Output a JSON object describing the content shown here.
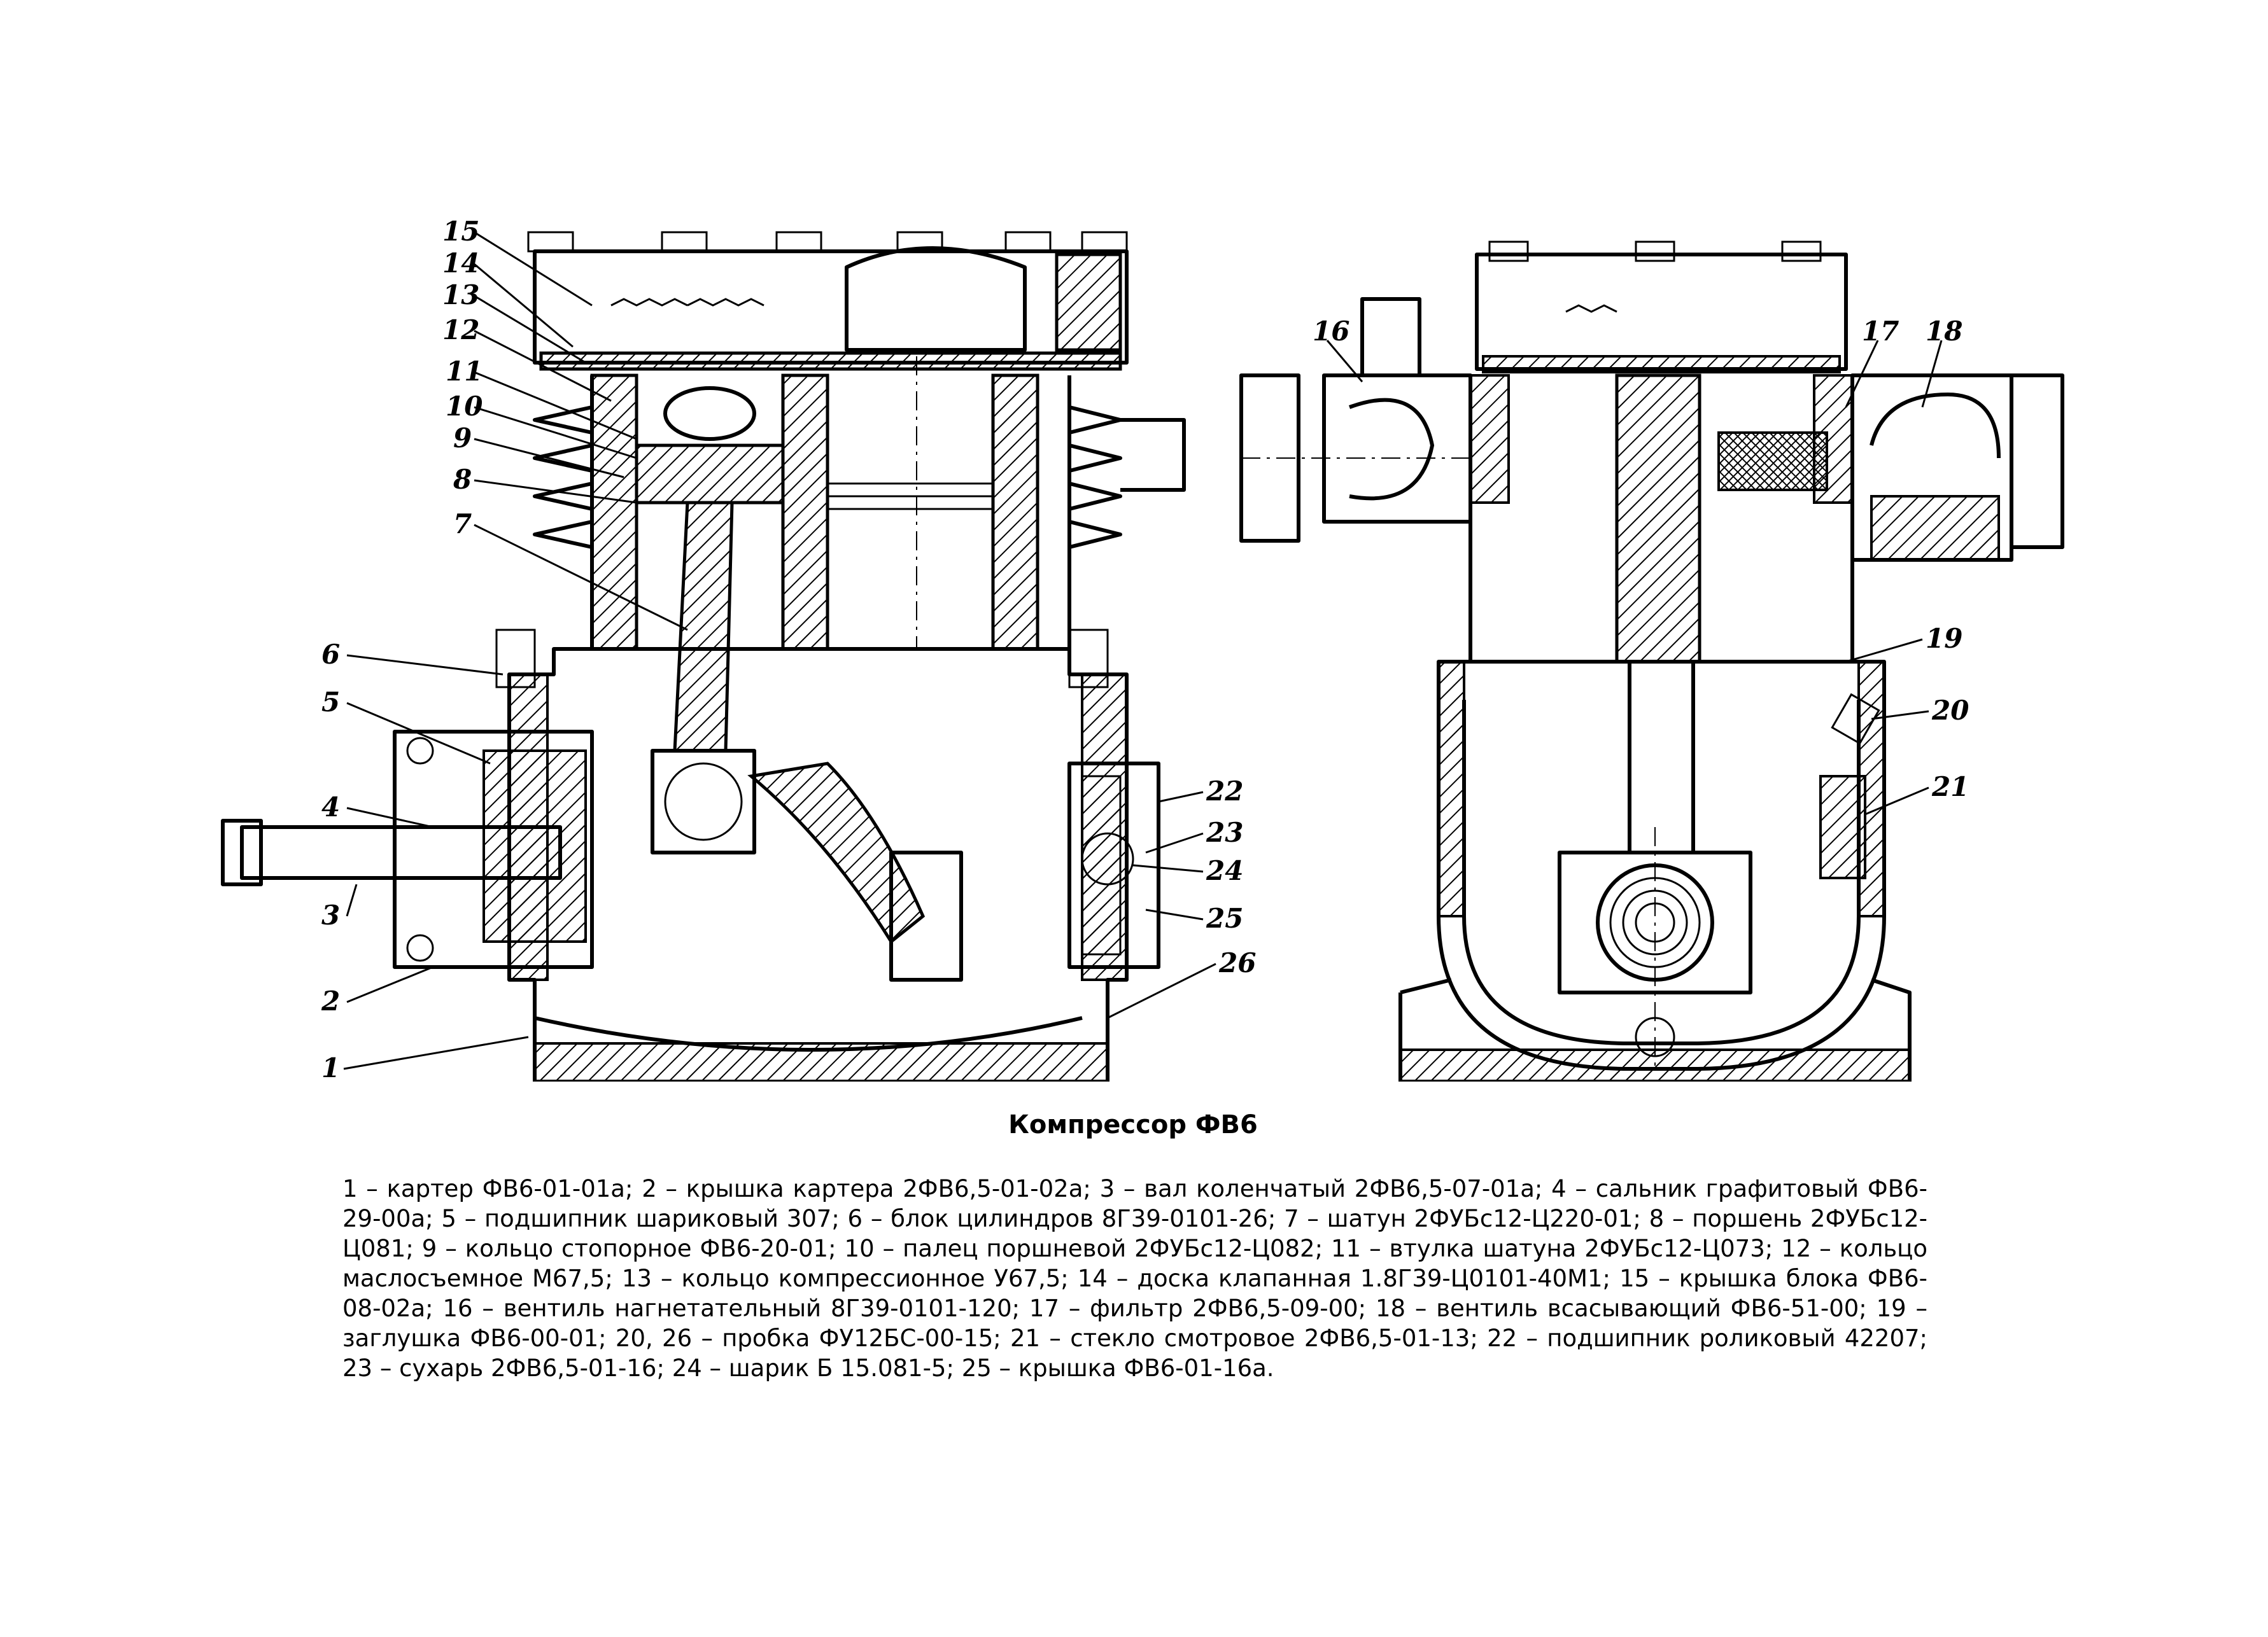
{
  "title": "Компрессор ФВ6",
  "callouts_left": [
    "15",
    "14",
    "13",
    "12",
    "11",
    "10",
    "9",
    "8",
    "7",
    "6",
    "5",
    "4",
    "3",
    "2",
    "1",
    "22",
    "23",
    "24",
    "25",
    "26"
  ],
  "callouts_right": [
    "16",
    "17",
    "18",
    "19",
    "20",
    "21"
  ],
  "legend": [
    "1 – картер ФВ6-01-01а;",
    "2 – крышка картера 2ФВ6,5-01-02а;",
    "3 – вал коленчатый 2ФВ6,5-07-01а;",
    "4 – сальник графитовый ФВ6-29-00а;",
    "5 – подшипник шариковый 307;",
    "6 – блок цилиндров 8Г39-0101-26;",
    "7 – шатун 2ФУБс12-Ц220-01;",
    "8 – поршень 2ФУБс12-Ц081;",
    "9 – кольцо стопорное ФВ6-20-01;",
    "10 – палец поршневой 2ФУБс12-Ц082;",
    "11 – втулка шатуна 2ФУБс12-Ц073;",
    "12 – кольцо маслосъемное М67,5;",
    "13 – кольцо компрессионное У67,5;",
    "14 – доска клапанная 1.8Г39-Ц0101-40М1;",
    "15 – крышка блока ФВ6-08-02а;",
    "16 – вентиль нагнетательный 8Г39-0101-120;",
    "17 – фильтр 2ФВ6,5-09-00;",
    "18 – вентиль всасывающий ФВ6-51-00;",
    "19 – заглушка ФВ6-00-01;",
    "20, 26 – пробка ФУ12БС-00-15;",
    "21 – стекло смотровое 2ФВ6,5-01-13;",
    "22 – подшипник роликовый 42207;",
    "23 – сухарь 2ФВ6,5-01-16;",
    "24 – шарик Б 15.081-5;",
    "25 – крышка ФВ6-01-16а."
  ]
}
